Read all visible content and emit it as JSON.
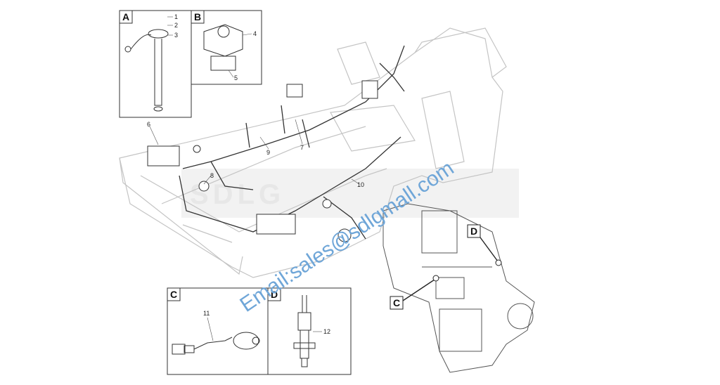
{
  "watermark": {
    "brand": "SDLG",
    "email": "Email:sales@sdlgmall.com"
  },
  "detail_views": [
    {
      "tag": "A",
      "callouts": [
        "1",
        "2",
        "3"
      ]
    },
    {
      "tag": "B",
      "callouts": [
        "4",
        "5"
      ]
    },
    {
      "tag": "C",
      "callouts": [
        "11"
      ]
    },
    {
      "tag": "D",
      "callouts": [
        "12"
      ]
    }
  ],
  "main_callouts": [
    "6",
    "7",
    "8",
    "9",
    "10"
  ],
  "view_markers": {
    "c": "C",
    "d": "D"
  },
  "colors": {
    "line": "#333333",
    "frame": "#c8c8c8",
    "watermark_text": "#6fa6d8",
    "watermark_logo": "#e7e7e7"
  }
}
